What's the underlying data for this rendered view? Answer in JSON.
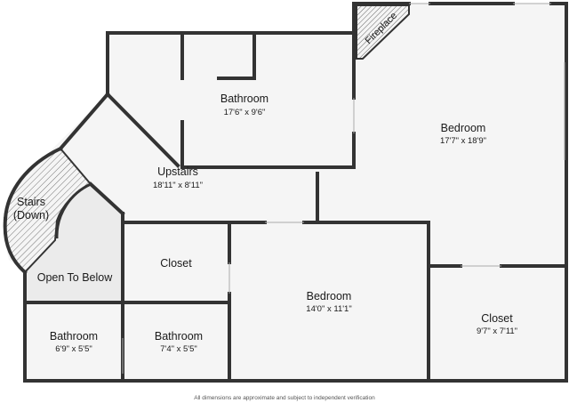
{
  "rooms": {
    "bathroom_top": {
      "name": "Bathroom",
      "dims": "17'6\" x 9'6\""
    },
    "bedroom_main": {
      "name": "Bedroom",
      "dims": "17'7\" x 18'9\""
    },
    "upstairs": {
      "name": "Upstairs",
      "dims": "18'11\" x 8'11\""
    },
    "stairs": {
      "name_line1": "Stairs",
      "name_line2": "(Down)"
    },
    "open_to_below": {
      "name": "Open To Below"
    },
    "closet_left": {
      "name": "Closet"
    },
    "bedroom_center": {
      "name": "Bedroom",
      "dims": "14'0\" x 11'1\""
    },
    "closet_right": {
      "name": "Closet",
      "dims": "9'7\" x 7'11\""
    },
    "bathroom_left": {
      "name": "Bathroom",
      "dims": "6'9\" x 5'5\""
    },
    "bathroom_middle": {
      "name": "Bathroom",
      "dims": "7'4\" x 5'5\""
    },
    "fireplace": {
      "name": "Fireplace"
    }
  },
  "disclaimer": "All dimensions are approximate and subject to independent verification",
  "colors": {
    "wall": "#333333",
    "floor": "#f5f5f5",
    "open_below": "#ebebeb",
    "hatch": "#777777"
  }
}
